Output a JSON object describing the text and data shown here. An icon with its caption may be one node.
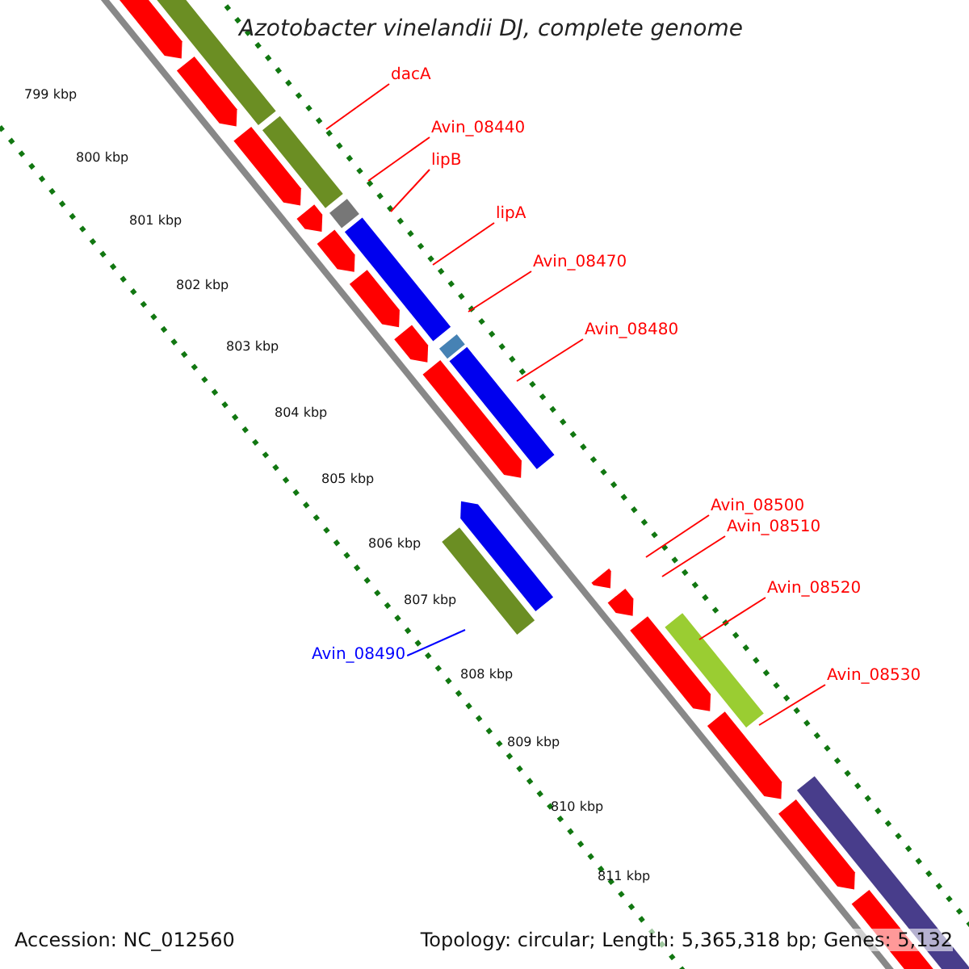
{
  "diagram": {
    "title": "Azotobacter vinelandii DJ, complete genome",
    "nodes": [
      {
        "text": [
          "dacA"
        ]
      },
      {
        "text": [
          "Avin_08440"
        ]
      },
      {
        "text": [
          "lipB"
        ]
      },
      {
        "text": [
          "lipA"
        ]
      },
      {
        "text": [
          "Avin_08470"
        ]
      },
      {
        "text": [
          "Avin_08480"
        ]
      },
      {
        "text": [
          "Avin_08500"
        ]
      },
      {
        "text": [
          "Avin_08510"
        ]
      },
      {
        "text": [
          "Avin_08520"
        ]
      },
      {
        "text": [
          "Avin_08530"
        ]
      },
      {
        "text": [
          "Avin_08490"
        ]
      }
    ],
    "edges": [
      {
        "from": 0,
        "to": null,
        "arrow": "none"
      },
      {
        "from": 1,
        "to": null,
        "arrow": "none"
      },
      {
        "from": 2,
        "to": null,
        "arrow": "none"
      },
      {
        "from": 3,
        "to": null,
        "arrow": "none"
      },
      {
        "from": 4,
        "to": null,
        "arrow": "none"
      },
      {
        "from": 5,
        "to": null,
        "arrow": "none"
      },
      {
        "from": 6,
        "to": null,
        "arrow": "none"
      },
      {
        "from": 7,
        "to": null,
        "arrow": "none"
      },
      {
        "from": 8,
        "to": null,
        "arrow": "none"
      },
      {
        "from": 9,
        "to": null,
        "arrow": "none"
      },
      {
        "from": 10,
        "to": null,
        "arrow": "none",
        "color": "#0000ff"
      }
    ],
    "labels": [
      "799 kbp",
      "800 kbp",
      "801 kbp",
      "802 kbp",
      "803 kbp",
      "804 kbp",
      "805 kbp",
      "806 kbp",
      "807 kbp",
      "808 kbp",
      "809 kbp",
      "810 kbp",
      "811 kbp",
      "Accession: NC_012560",
      "Topology: circular; Length: 5,365,318 bp; Genes: 5,132"
    ]
  }
}
